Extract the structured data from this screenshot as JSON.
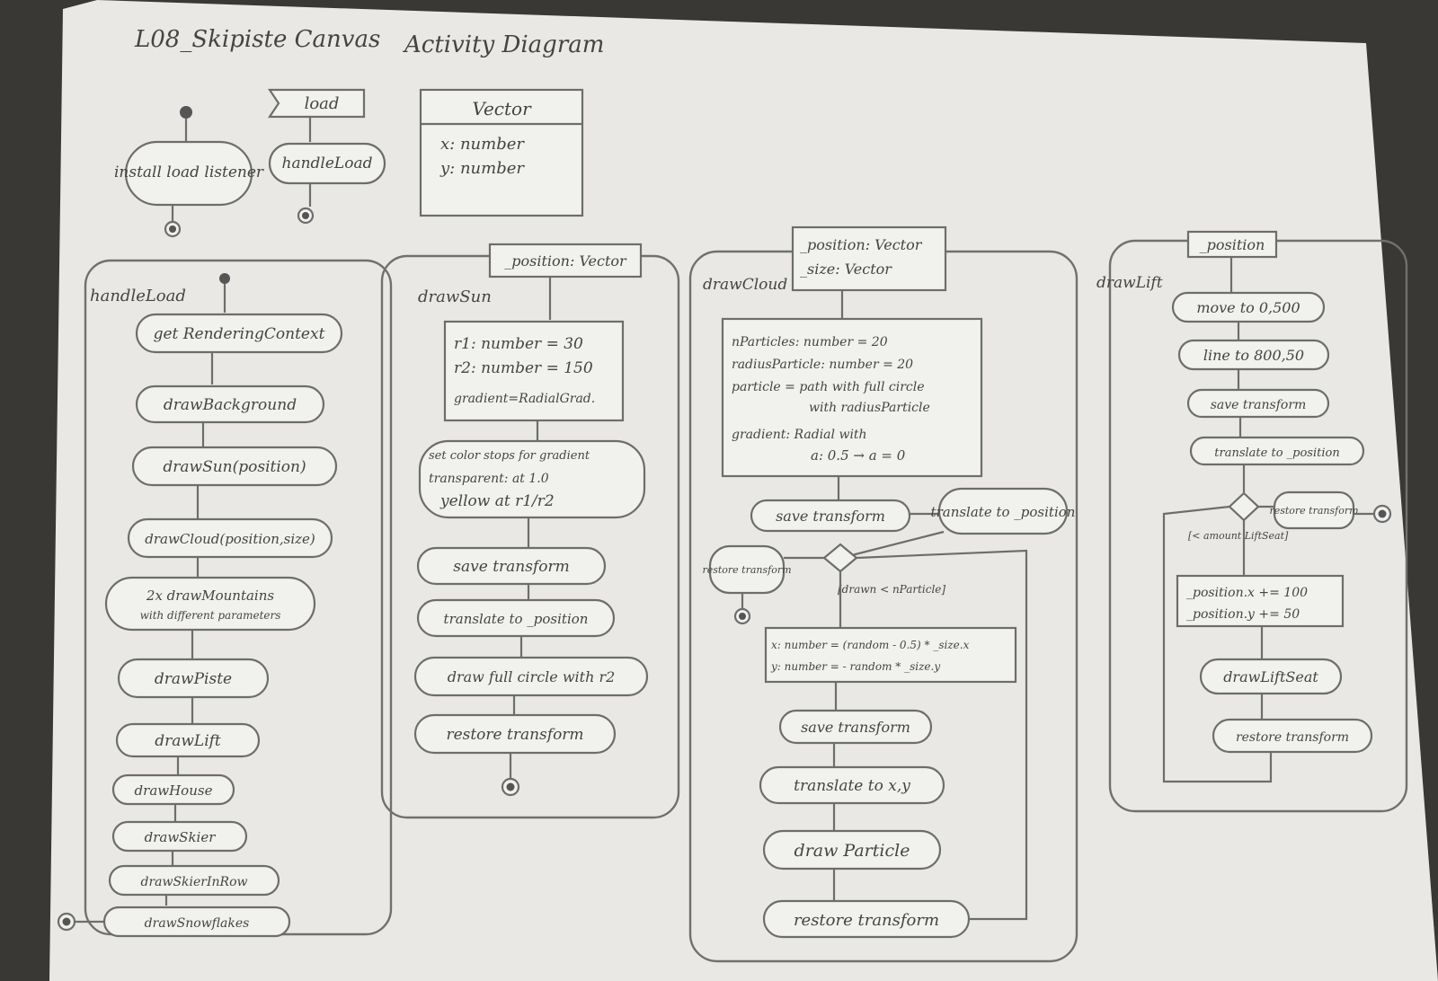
{
  "header": {
    "title": "L08_Skipiste Canvas",
    "subtitle": "Activity Diagram"
  },
  "top": {
    "install": "install load listener",
    "signal": "load",
    "handle": "handleLoad",
    "vector_title": "Vector",
    "vector_attr1": "x: number",
    "vector_attr2": "y: number"
  },
  "handleLoad": {
    "label": "handleLoad",
    "steps": [
      "get RenderingContext",
      "drawBackground",
      "drawSun(position)",
      "drawCloud(position,size)",
      "2x drawMountains",
      "with different parameters",
      "drawPiste",
      "drawLift",
      "drawHouse",
      "drawSkier",
      "drawSkierInRow",
      "drawSnowflakes"
    ]
  },
  "drawSun": {
    "label": "drawSun",
    "param": "_position: Vector",
    "var1": "r1: number = 30",
    "var2": "r2: number = 150",
    "var3": "gradient=RadialGrad.",
    "stops1": "set color stops for gradient",
    "stops2": "transparent: at 1.0",
    "stops3": "yellow    at r1/r2",
    "s1": "save transform",
    "s2": "translate to _position",
    "s3": "draw full circle with r2",
    "s4": "restore transform"
  },
  "drawCloud": {
    "label": "drawCloud",
    "param1": "_position: Vector",
    "param2": "_size: Vector",
    "v1": "nParticles: number = 20",
    "v2": "radiusParticle: number = 20",
    "v3": "particle = path with full circle",
    "v4": "with radiusParticle",
    "v5": "gradient: Radial with",
    "v6": "a: 0.5 → a = 0",
    "save": "save transform",
    "translate": "translate to _position",
    "restore_exit": "restore transform",
    "guard": "[drawn < nParticle]",
    "xy1": "x: number = (random - 0.5) * _size.x",
    "xy2": "y: number = - random * _size.y",
    "loop1": "save transform",
    "loop2": "translate to x,y",
    "loop3": "draw Particle",
    "loop4": "restore transform"
  },
  "drawLift": {
    "label": "drawLift",
    "param": "_position",
    "s1": "move to 0,500",
    "s2": "line to 800,50",
    "s3": "save transform",
    "s4": "translate to _position",
    "restore_exit": "restore transform",
    "guard": "[< amount LiftSeat]",
    "inc1": "_position.x += 100",
    "inc2": "_position.y += 50",
    "draw": "drawLiftSeat",
    "restore": "restore transform"
  }
}
